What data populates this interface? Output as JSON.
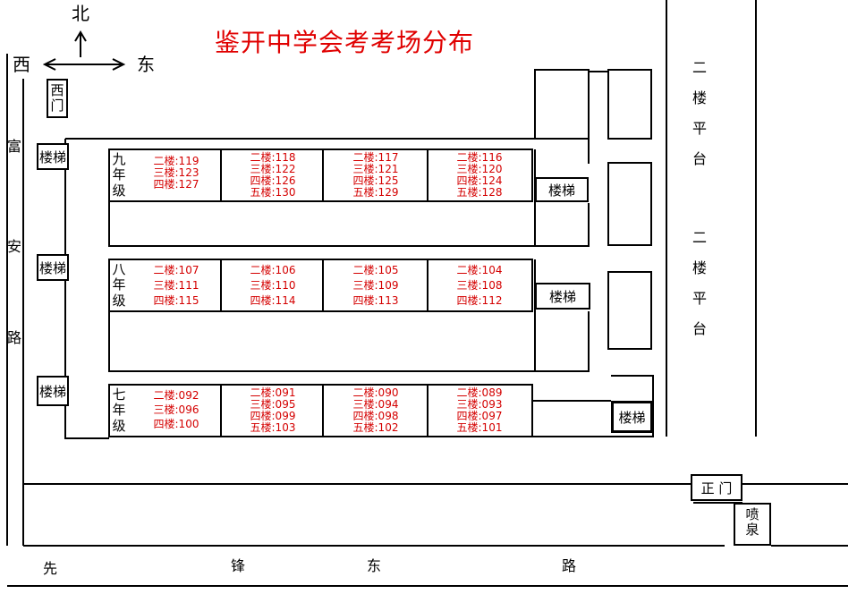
{
  "title": "鉴开中学会考考场分布",
  "compass": {
    "north": "北",
    "west": "西",
    "east": "东"
  },
  "gates": {
    "west_gate": [
      "西",
      "门"
    ],
    "main_gate": "正 门",
    "fountain": [
      "喷",
      "泉"
    ]
  },
  "roads": {
    "west_road": [
      "富",
      "安",
      "路"
    ],
    "south_road": [
      "先",
      "锋",
      "东",
      "路"
    ]
  },
  "platforms": {
    "upper": [
      "二",
      "楼",
      "平",
      "台"
    ],
    "lower": [
      "二",
      "楼",
      "平",
      "台"
    ]
  },
  "stair_label": "楼梯",
  "grades": [
    {
      "name": [
        "九",
        "年",
        "级"
      ],
      "rooms": [
        [
          "二楼:119",
          "三楼:123",
          "四楼:127"
        ],
        [
          "二楼:118",
          "三楼:122",
          "四楼:126",
          "五楼:130"
        ],
        [
          "二楼:117",
          "三楼:121",
          "四楼:125",
          "五楼:129"
        ],
        [
          "二楼:116",
          "三楼:120",
          "四楼:124",
          "五楼:128"
        ]
      ]
    },
    {
      "name": [
        "八",
        "年",
        "级"
      ],
      "rooms": [
        [
          "二楼:107",
          "三楼:111",
          "四楼:115"
        ],
        [
          "二楼:106",
          "三楼:110",
          "四楼:114"
        ],
        [
          "二楼:105",
          "三楼:109",
          "四楼:113"
        ],
        [
          "二楼:104",
          "三楼:108",
          "四楼:112"
        ]
      ]
    },
    {
      "name": [
        "七",
        "年",
        "级"
      ],
      "rooms": [
        [
          "二楼:092",
          "三楼:096",
          "四楼:100"
        ],
        [
          "二楼:091",
          "三楼:095",
          "四楼:099",
          "五楼:103"
        ],
        [
          "二楼:090",
          "三楼:094",
          "四楼:098",
          "五楼:102"
        ],
        [
          "二楼:089",
          "三楼:093",
          "四楼:097",
          "五楼:101"
        ]
      ]
    }
  ]
}
